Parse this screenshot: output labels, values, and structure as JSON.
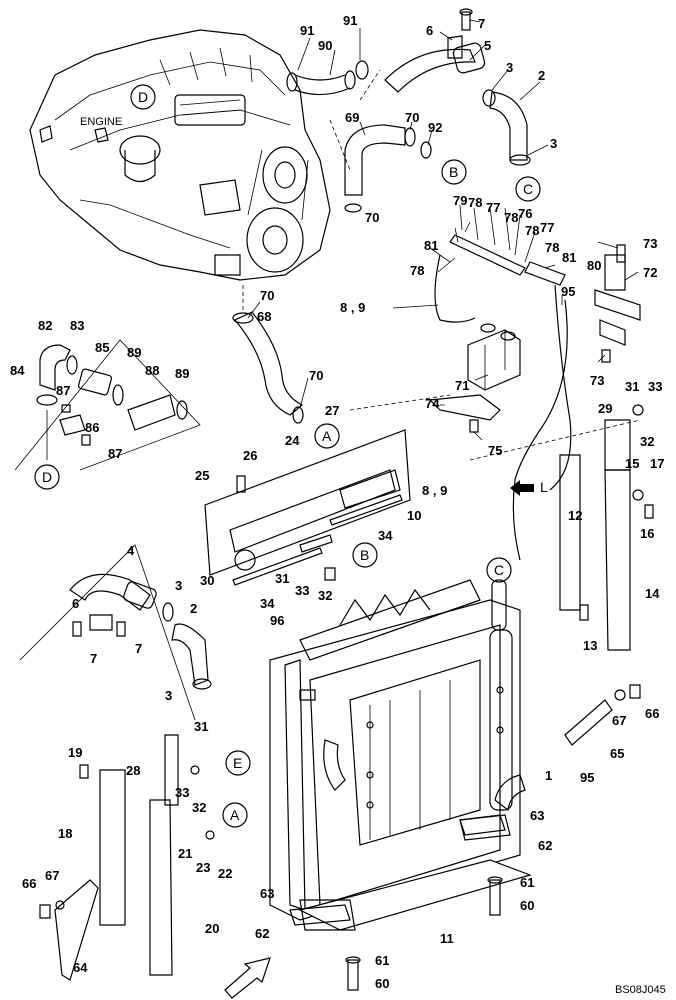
{
  "engine_label": "ENGINE",
  "direction_label": "L",
  "diagram_code": "BS08J045",
  "reference_circles": [
    "A",
    "B",
    "C",
    "D",
    "E"
  ],
  "callouts": [
    "1",
    "2",
    "3",
    "4",
    "5",
    "6",
    "7",
    "8 , 9",
    "10",
    "11",
    "12",
    "13",
    "14",
    "15",
    "16",
    "17",
    "18",
    "19",
    "20",
    "21",
    "22",
    "23",
    "24",
    "25",
    "26",
    "27",
    "28",
    "29",
    "30",
    "31",
    "32",
    "33",
    "34",
    "60",
    "61",
    "62",
    "63",
    "64",
    "65",
    "66",
    "67",
    "68",
    "69",
    "70",
    "71",
    "72",
    "73",
    "74",
    "75",
    "76",
    "77",
    "78",
    "79",
    "80",
    "81",
    "82",
    "83",
    "84",
    "85",
    "86",
    "87",
    "88",
    "89",
    "90",
    "91",
    "92",
    "95",
    "96"
  ]
}
